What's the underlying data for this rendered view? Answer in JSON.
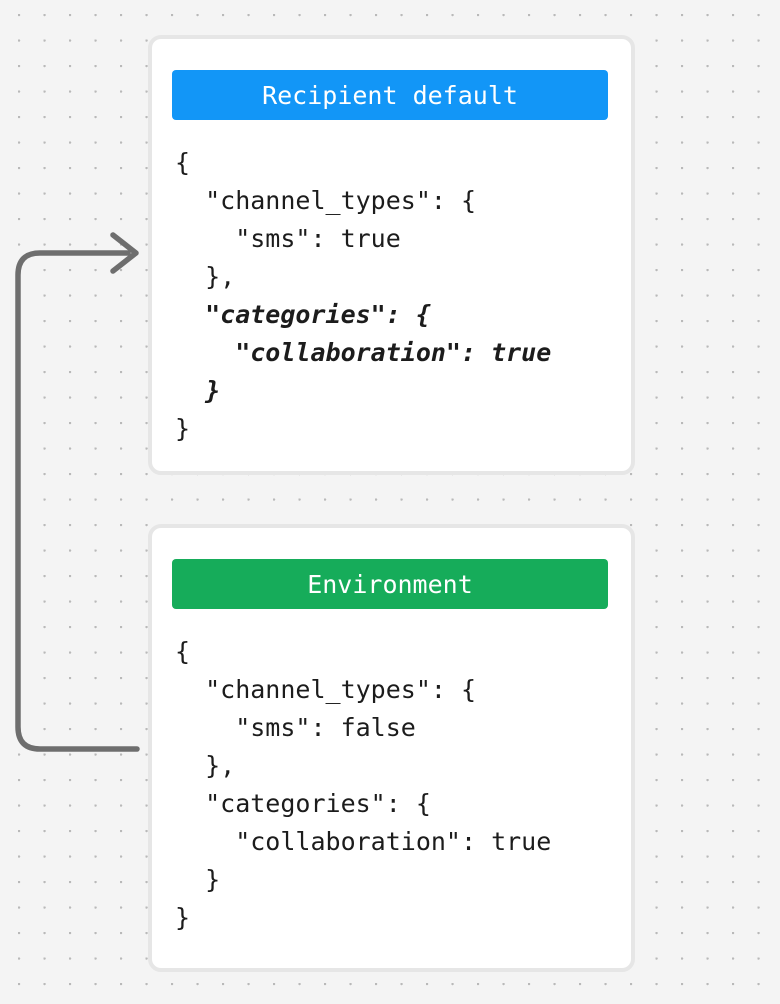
{
  "canvas": {
    "background_color": "#f4f4f4",
    "dot_color": "#b9b9b9",
    "arrow": {
      "name": "flow-arrow",
      "color": "#6e6e6e",
      "direction": "from-environment-card-to-recipient-default-card"
    }
  },
  "cards": [
    {
      "id": "recipient-default",
      "header": {
        "label": "Recipient default",
        "color": "#1296f7",
        "text_color": "#ffffff"
      },
      "code_lines": [
        {
          "text": "{",
          "emphasis": false
        },
        {
          "text": "  \"channel_types\": {",
          "emphasis": false
        },
        {
          "text": "    \"sms\": true",
          "emphasis": false
        },
        {
          "text": "  },",
          "emphasis": false
        },
        {
          "text": "  \"categories\": {",
          "emphasis": true
        },
        {
          "text": "    \"collaboration\": true",
          "emphasis": true
        },
        {
          "text": "  }",
          "emphasis": true
        },
        {
          "text": "}",
          "emphasis": false
        }
      ]
    },
    {
      "id": "environment",
      "header": {
        "label": "Environment",
        "color": "#16ac5a",
        "text_color": "#ffffff"
      },
      "code_lines": [
        {
          "text": "{",
          "emphasis": false
        },
        {
          "text": "  \"channel_types\": {",
          "emphasis": false
        },
        {
          "text": "    \"sms\": false",
          "emphasis": false
        },
        {
          "text": "  },",
          "emphasis": false
        },
        {
          "text": "  \"categories\": {",
          "emphasis": false
        },
        {
          "text": "    \"collaboration\": true",
          "emphasis": false
        },
        {
          "text": "  }",
          "emphasis": false
        },
        {
          "text": "}",
          "emphasis": false
        }
      ]
    }
  ]
}
